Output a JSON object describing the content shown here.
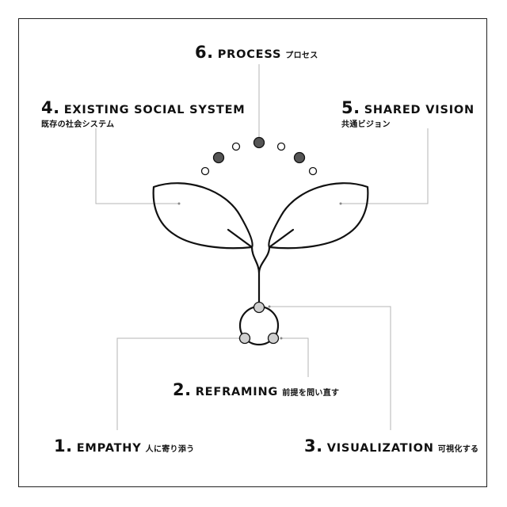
{
  "steps": {
    "s1": {
      "num": "1.",
      "title": "EMPATHY",
      "ja": "人に寄り添う"
    },
    "s2": {
      "num": "2.",
      "title": "REFRAMING",
      "ja": "前提を問い直す"
    },
    "s3": {
      "num": "3.",
      "title": "VISUALIZATION",
      "ja": "可視化する"
    },
    "s4": {
      "num": "4.",
      "title": "EXISTING SOCIAL SYSTEM",
      "ja": "既存の社会システム"
    },
    "s5": {
      "num": "5.",
      "title": "SHARED VISION",
      "ja": "共通ビジョン"
    },
    "s6": {
      "num": "6.",
      "title": "PROCESS",
      "ja": "プロセス"
    }
  },
  "colors": {
    "line": "#111111",
    "connector": "#b5b5b5",
    "dot_dark": "#555555",
    "dot_light": "#d0d0d0"
  }
}
